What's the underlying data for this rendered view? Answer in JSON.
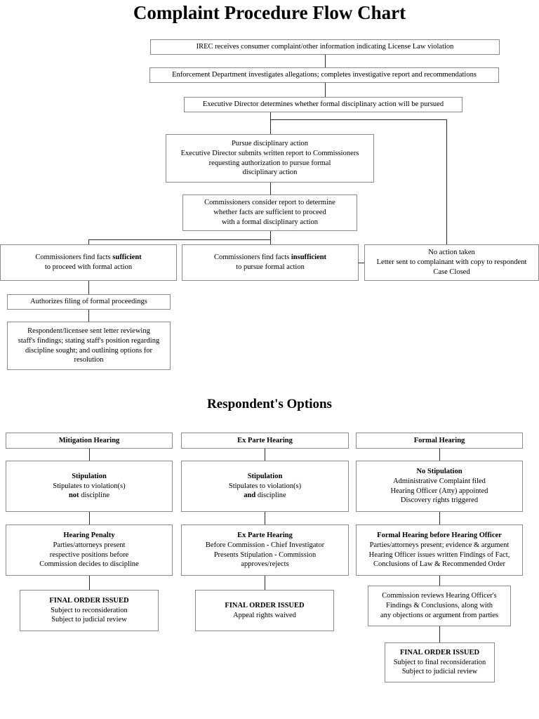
{
  "document": {
    "title": "Complaint Procedure Flow Chart",
    "section_title": "Respondent's Options"
  },
  "flow": {
    "intake": "IREC receives consumer complaint/other information indicating License Law violation",
    "investigation": "Enforcement Department investigates allegations; completes investigative report and recommendations",
    "director_decision": "Executive Director determines whether formal disciplinary action will be pursued",
    "pursue": {
      "line1": "Pursue disciplinary action",
      "line2": "Executive Director submits written report to Commissioners",
      "line3": "requesting authorization to pursue formal",
      "line4": "disciplinary action"
    },
    "consider": {
      "line1": "Commissioners consider report to determine",
      "line2": "whether facts are sufficient to proceed",
      "line3": "with a formal disciplinary action"
    },
    "sufficient": {
      "line1_pre": "Commissioners find facts ",
      "line1_bold": "sufficient",
      "line2": "to proceed with formal action"
    },
    "insufficient": {
      "line1_pre": "Commissioners find facts ",
      "line1_bold": "insufficient",
      "line2": "to pursue formal action"
    },
    "no_action": {
      "line1": "No action taken",
      "line2": "Letter sent to complainant with copy to respondent",
      "line3": "Case Closed"
    },
    "authorizes": "Authorizes filing of formal proceedings",
    "respondent_letter": {
      "line1": "Respondent/licensee sent letter reviewing",
      "line2": "staff's findings; stating staff's position regarding",
      "line3": "discipline sought; and outlining options for",
      "line4": "resolution"
    }
  },
  "options": {
    "col1": {
      "header": "Mitigation Hearing",
      "stipulation": {
        "title": "Stipulation",
        "line1": "Stipulates to violation(s)",
        "line2_bold": "not",
        "line2_rest": " discipline"
      },
      "hearing": {
        "title": "Hearing Penalty",
        "line1": "Parties/attorneys present",
        "line2": "respective positions before",
        "line3": "Commission decides to discipline"
      },
      "final": {
        "title": "FINAL ORDER ISSUED",
        "line1": "Subject to reconsideration",
        "line2": "Subject to judicial review"
      }
    },
    "col2": {
      "header": "Ex Parte Hearing",
      "stipulation": {
        "title": "Stipulation",
        "line1": "Stipulates to violation(s)",
        "line2_bold": "and",
        "line2_rest": " discipline"
      },
      "hearing": {
        "title": "Ex Parte Hearing",
        "line1": "Before Commission - Chief Investigator",
        "line2": "Presents Stipulation - Commission",
        "line3": "approves/rejects"
      },
      "final": {
        "title": "FINAL ORDER ISSUED",
        "line1": "Appeal rights waived"
      }
    },
    "col3": {
      "header": "Formal Hearing",
      "stipulation": {
        "title": "No Stipulation",
        "line1": "Administrative Complaint filed",
        "line2": "Hearing Officer (Atty) appointed",
        "line3": "Discovery rights triggered"
      },
      "hearing": {
        "title": "Formal Hearing before Hearing Officer",
        "line1": "Parties/attorneys present; evidence & argument",
        "line2": "Hearing Officer issues written Findings of Fact,",
        "line3": "Conclusions of Law & Recommended Order"
      },
      "review": {
        "line1": "Commission reviews Hearing Officer's",
        "line2": "Findings & Conclusions, along with",
        "line3": "any objections or argument from parties"
      },
      "final": {
        "title": "FINAL ORDER ISSUED",
        "line1": "Subject to final reconsideration",
        "line2": "Subject to judicial review"
      }
    }
  }
}
